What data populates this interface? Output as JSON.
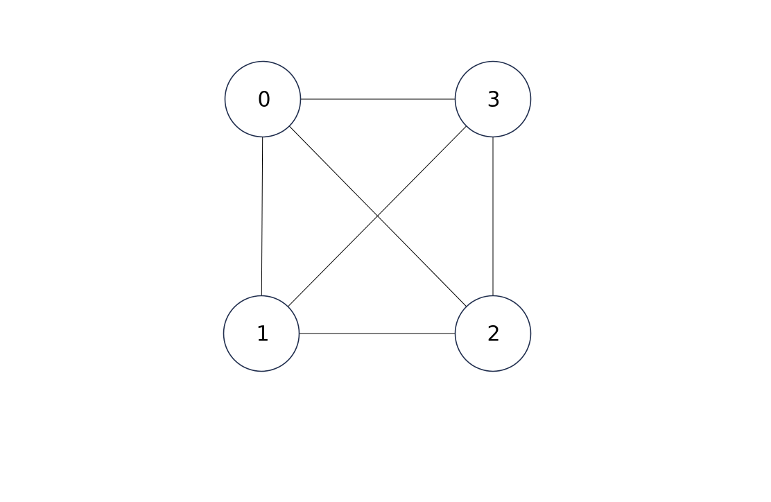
{
  "graph": {
    "node_stroke_color": "#1f2d4d",
    "edge_color": "#000000",
    "nodes": [
      {
        "id": "0",
        "label": "0"
      },
      {
        "id": "3",
        "label": "3"
      },
      {
        "id": "1",
        "label": "1"
      },
      {
        "id": "2",
        "label": "2"
      }
    ],
    "edges": [
      {
        "from": "0",
        "to": "3"
      },
      {
        "from": "0",
        "to": "1"
      },
      {
        "from": "0",
        "to": "2"
      },
      {
        "from": "3",
        "to": "1"
      },
      {
        "from": "3",
        "to": "2"
      },
      {
        "from": "1",
        "to": "2"
      }
    ]
  }
}
